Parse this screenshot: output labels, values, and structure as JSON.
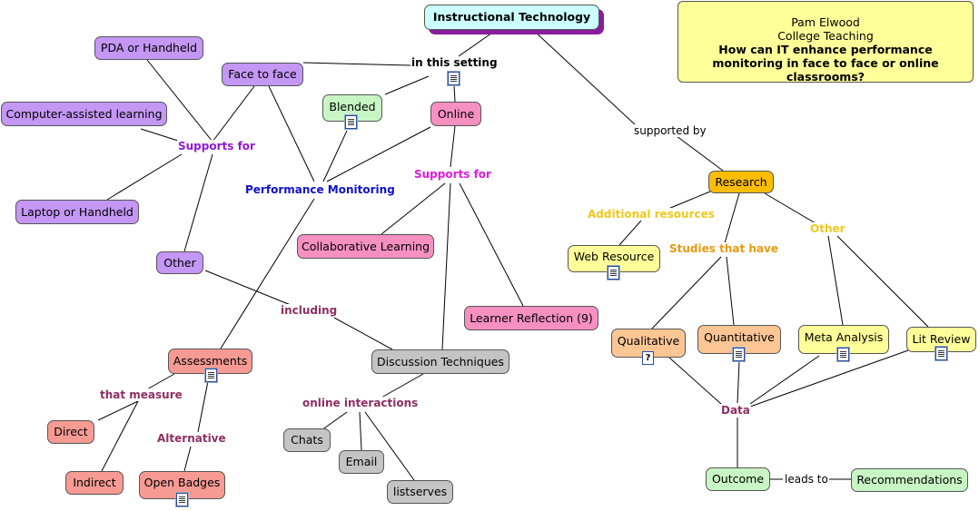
{
  "colors": {
    "purple": "#c497f5",
    "pink": "#f590c1",
    "green": "#c8f5c4",
    "salmon": "#f79a94",
    "gray": "#c4c4c4",
    "orange_peach": "#fbc594",
    "yellow": "#ffff99",
    "research_orange": "#fbbd02",
    "cyan": "#ccffff",
    "label_purple": "#8f1ad1",
    "label_magenta": "#de1bd9",
    "label_blue": "#1010c8",
    "label_maroon": "#8c2f63",
    "label_gold": "#f0c81c",
    "label_orange": "#e69b10"
  },
  "note": {
    "author": "Pam Elwood",
    "course": "College Teaching",
    "question": "How can IT enhance performance monitoring in face to face or online classrooms?"
  },
  "nodes": {
    "instructional_technology": "Instructional Technology",
    "face_to_face": "Face to face",
    "blended": "Blended",
    "online": "Online",
    "pda": "PDA or Handheld",
    "computer_assisted": "Computer-assisted learning",
    "laptop": "Laptop or Handheld",
    "other": "Other",
    "collaborative": "Collaborative Learning",
    "learner_reflection": "Learner Reflection (9)",
    "assessments": "Assessments",
    "discussion": "Discussion Techniques",
    "direct": "Direct",
    "indirect": "Indirect",
    "open_badges": "Open Badges",
    "chats": "Chats",
    "email": "Email",
    "listserves": "listserves",
    "research": "Research",
    "web_resource": "Web Resource",
    "qualitative": "Qualitative",
    "quantitative": "Quantitative",
    "meta_analysis": "Meta Analysis",
    "lit_review": "Lit Review",
    "outcome": "Outcome",
    "recommendations": "Recommendations"
  },
  "labels": {
    "in_this_setting": "in this setting",
    "supports_for_left": "Supports for",
    "performance_monitoring": "Performance Monitoring",
    "supports_for_online": "Supports for",
    "including": "including",
    "that_measure": "that measure",
    "alternative": "Alternative",
    "online_interactions": "online interactions",
    "supported_by": "supported by",
    "additional_resources": "Additional resources",
    "studies_that_have": "Studies that have",
    "other_right": "Other",
    "data": "Data",
    "leads_to": "leads to"
  }
}
